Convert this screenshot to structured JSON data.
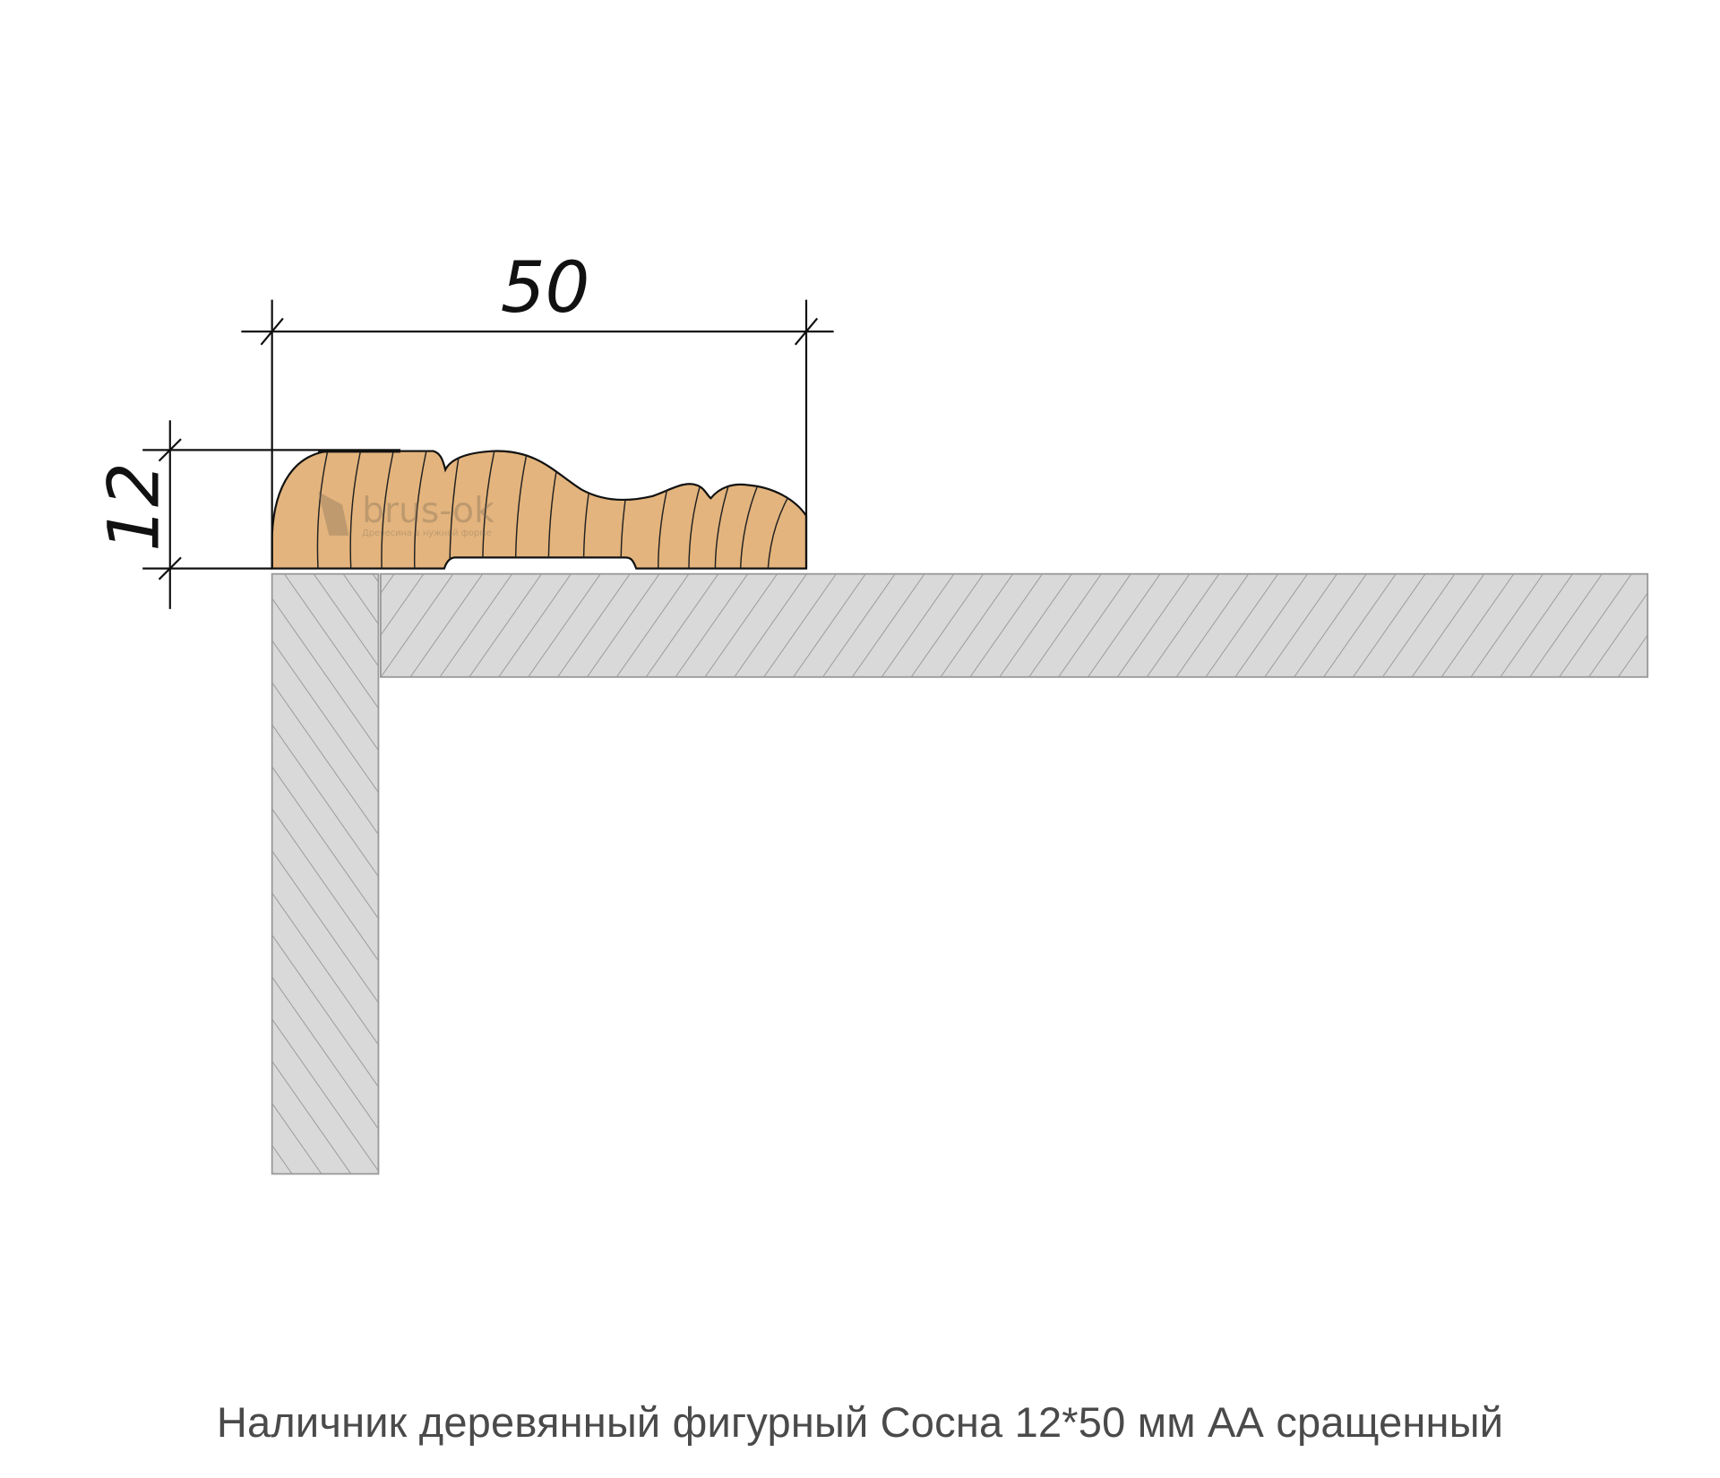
{
  "drawing": {
    "width_label": "50",
    "height_label": "12",
    "watermark": {
      "brand": "brus-ok",
      "tagline": "Древесина в нужной форме"
    },
    "colors": {
      "wood": "#e3b47d",
      "board": "#d9d9d9",
      "line": "#111111",
      "hatch": "#8c8c8c"
    }
  },
  "caption": "Наличник деревянный фигурный Сосна 12*50 мм АА сращенный"
}
